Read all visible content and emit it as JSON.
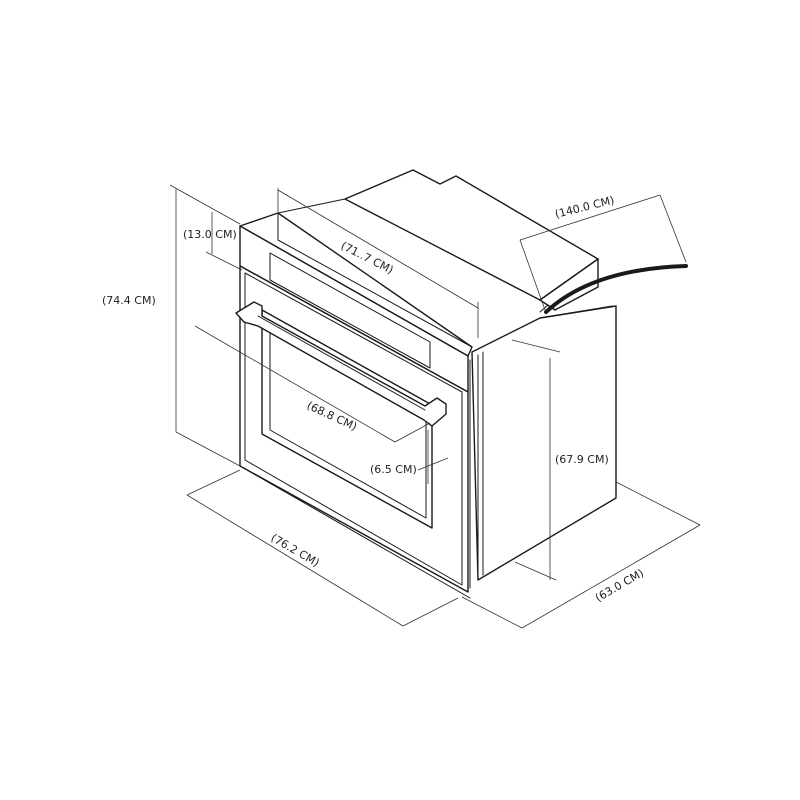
{
  "diagram": {
    "dimensions": {
      "total_height": "(74.4 CM)",
      "control_panel_height": "(13.0 CM)",
      "control_panel_width": "(71..7 CM)",
      "cable_length": "(140.0 CM)",
      "door_width": "(68.8 CM)",
      "handle_depth": "(6.5 CM)",
      "cabinet_height": "(67.9 CM)",
      "overall_width": "(76.2 CM)",
      "overall_depth": "(63.0 CM)"
    }
  }
}
